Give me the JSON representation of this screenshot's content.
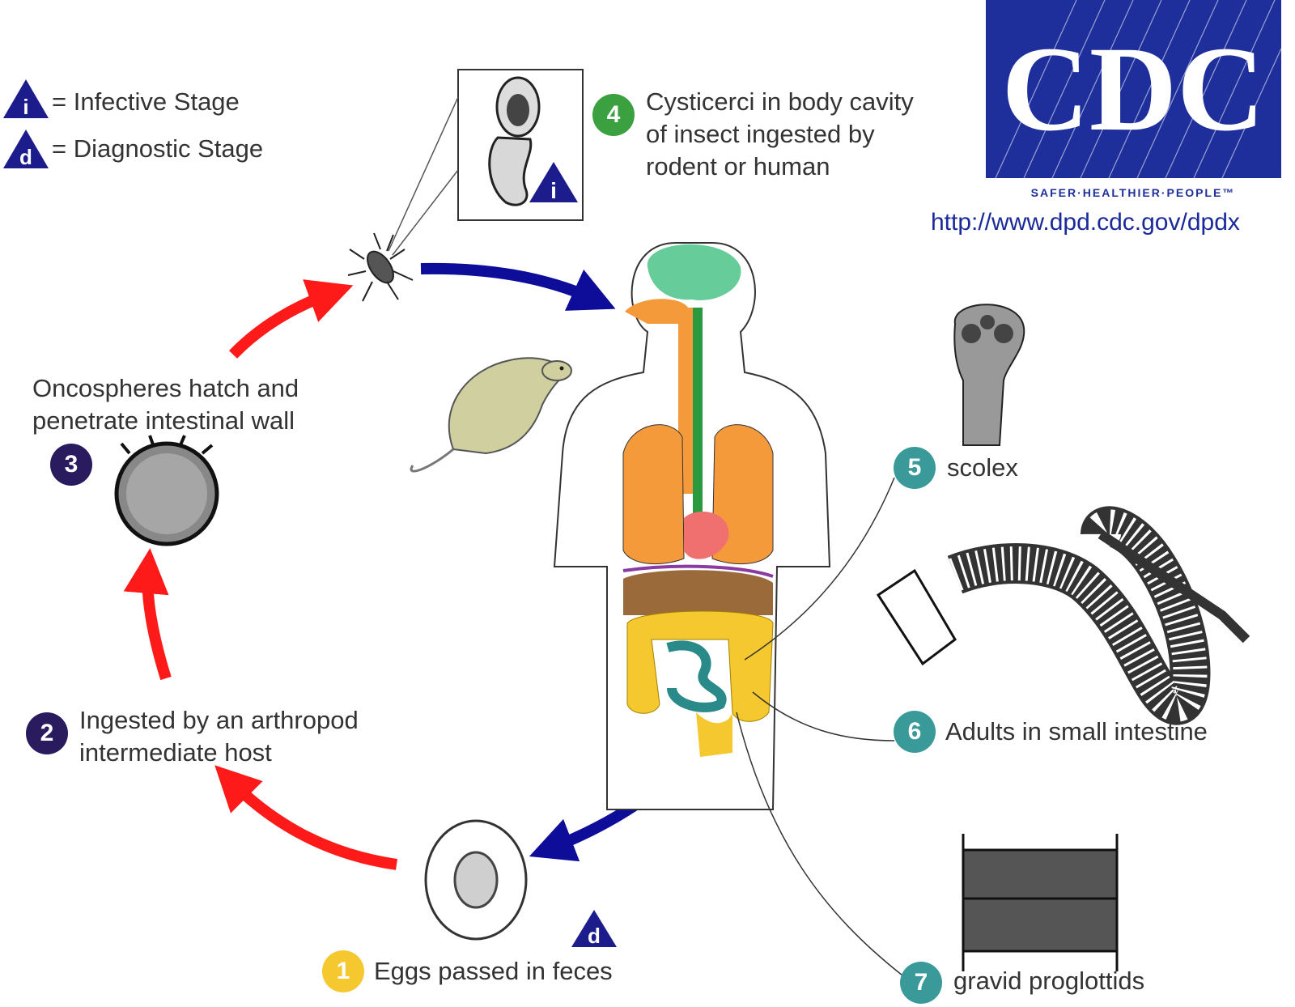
{
  "colors": {
    "infective": "#1c1c8c",
    "diagnostic": "#1c1c8c",
    "stage_dark": "#2a1a5e",
    "stage_teal": "#3a9a9a",
    "stage_green": "#3aa040",
    "stage_yellow": "#f5c830",
    "arrow_red": "#ff1a1a",
    "arrow_blue": "#0d0d9a",
    "cdc_blue": "#1e2f9c"
  },
  "legend": {
    "infective": {
      "icon": "i",
      "label": "= Infective Stage"
    },
    "diagnostic": {
      "icon": "d",
      "label": "= Diagnostic Stage"
    }
  },
  "logo": {
    "text": "CDC",
    "tagline": "SAFER·HEALTHIER·PEOPLE™",
    "url": "http://www.dpd.cdc.gov/dpdx"
  },
  "stages": [
    {
      "num": "1",
      "lines": [
        "Eggs passed in feces"
      ]
    },
    {
      "num": "2",
      "lines": [
        "Ingested by an arthropod",
        "intermediate host"
      ]
    },
    {
      "num": "3",
      "lines": [
        "Oncospheres hatch and",
        "penetrate intestinal wall"
      ]
    },
    {
      "num": "4",
      "lines": [
        "Cysticerci in body cavity",
        "of insect ingested by",
        "rodent or human"
      ]
    },
    {
      "num": "5",
      "lines": [
        "scolex"
      ]
    },
    {
      "num": "6",
      "lines": [
        "Adults in small intestine"
      ]
    },
    {
      "num": "7",
      "lines": [
        "gravid proglottids"
      ]
    }
  ],
  "markers": {
    "infective_marker": "i",
    "diagnostic_marker": "d"
  }
}
